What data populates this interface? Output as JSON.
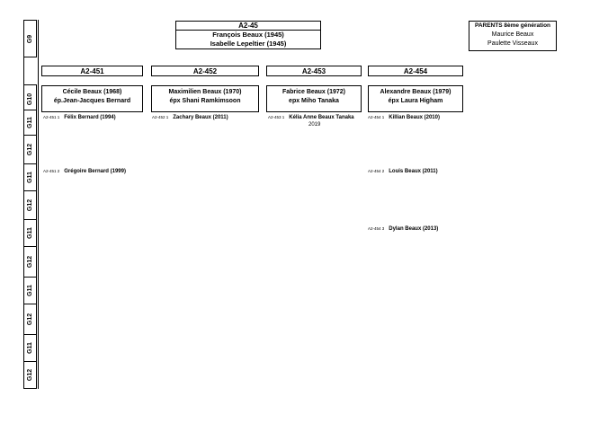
{
  "generations": [
    "G9",
    "G10",
    "G11",
    "G12",
    "G11",
    "G12",
    "G11",
    "G12",
    "G11",
    "G12",
    "G11",
    "G12"
  ],
  "root": {
    "code": "A2-45",
    "father": "François Beaux (1945)",
    "mother": "Isabelle Lepeltier (1945)"
  },
  "parents": {
    "title": "PARENTS 8ème génération",
    "father": "Maurice Beaux",
    "mother": "Paulette Visseaux"
  },
  "branches": [
    {
      "code": "A2-451",
      "line1": "Cécile Beaux (1968)",
      "line2": "ép.Jean-Jacques Bernard"
    },
    {
      "code": "A2-452",
      "line1": "Maximilien Beaux (1970)",
      "line2": "épx Shani Ramkimsoon"
    },
    {
      "code": "A2-453",
      "line1": "Fabrice Beaux (1972)",
      "line2": "epx Miho Tanaka"
    },
    {
      "code": "A2-454",
      "line1": "Alexandre Beaux (1979)",
      "line2": "épx Laura Higham"
    }
  ],
  "children": [
    {
      "code": "A2-451 1",
      "name": "Félix Bernard  (1994)"
    },
    {
      "code": "A2-452 1",
      "name": "Zachary Beaux (2011)"
    },
    {
      "code": "A2-453 1",
      "name": "Kélia Anne Beaux Tanaka"
    },
    {
      "code": "A2-454 1",
      "name": "Killian Beaux (2010)"
    },
    {
      "code": "A2-451 2",
      "name": "Grégoire Bernard (1999)"
    },
    {
      "code": "A2-454 2",
      "name": "Louis Beaux (2011)"
    },
    {
      "code": "A2-454 3",
      "name": "Dylan Beaux (2013)"
    }
  ],
  "kelia_year": "2019"
}
